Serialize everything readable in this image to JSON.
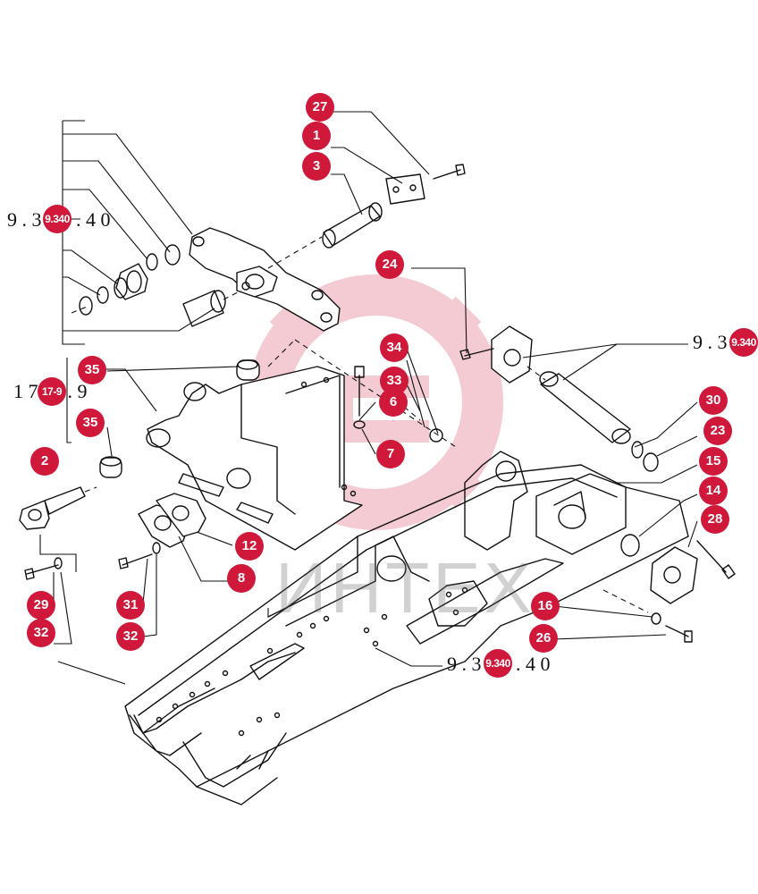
{
  "watermark": {
    "text": "ИНТЕХ",
    "color": "#d0183a"
  },
  "reference_texts": [
    {
      "id": "ref-left",
      "text": "9 . 3 4 0 . 4 0"
    },
    {
      "id": "ref-right",
      "text": "9 . 3 4 0"
    },
    {
      "id": "ref-bottom",
      "text": "9 . 3 4 0 . 4 0"
    },
    {
      "id": "ref-17",
      "text": "1 7 . 9 . 9"
    }
  ],
  "callouts": [
    {
      "id": "c27",
      "label": "27"
    },
    {
      "id": "c1",
      "label": "1"
    },
    {
      "id": "c3",
      "label": "3"
    },
    {
      "id": "c9340-left",
      "label": "9.340"
    },
    {
      "id": "c24",
      "label": "24"
    },
    {
      "id": "c9340-right",
      "label": "9.340"
    },
    {
      "id": "c34",
      "label": "34"
    },
    {
      "id": "c35-top",
      "label": "35"
    },
    {
      "id": "c33",
      "label": "33"
    },
    {
      "id": "c17-9",
      "label": "17-9"
    },
    {
      "id": "c6",
      "label": "6"
    },
    {
      "id": "c30",
      "label": "30"
    },
    {
      "id": "c35-mid",
      "label": "35"
    },
    {
      "id": "c23",
      "label": "23"
    },
    {
      "id": "c7",
      "label": "7"
    },
    {
      "id": "c2",
      "label": "2"
    },
    {
      "id": "c15",
      "label": "15"
    },
    {
      "id": "c14",
      "label": "14"
    },
    {
      "id": "c28",
      "label": "28"
    },
    {
      "id": "c12",
      "label": "12"
    },
    {
      "id": "c8",
      "label": "8"
    },
    {
      "id": "c29",
      "label": "29"
    },
    {
      "id": "c31",
      "label": "31"
    },
    {
      "id": "c16",
      "label": "16"
    },
    {
      "id": "c32-left",
      "label": "32"
    },
    {
      "id": "c32-mid",
      "label": "32"
    },
    {
      "id": "c26",
      "label": "26"
    },
    {
      "id": "c9340-bottom",
      "label": "9.340"
    }
  ]
}
